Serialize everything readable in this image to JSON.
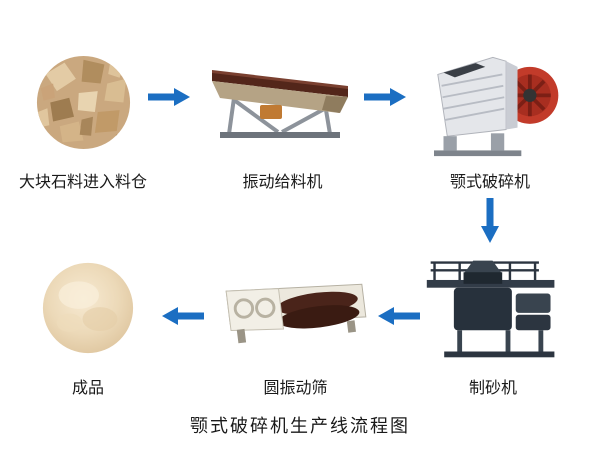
{
  "diagram": {
    "title": "颚式破碎机生产线流程图",
    "arrow_color": "#1b6ec2",
    "nodes": {
      "rocks": {
        "label": "大块石料进入料仓"
      },
      "feeder": {
        "label": "振动给料机"
      },
      "crusher": {
        "label": "颚式破碎机"
      },
      "sand_maker": {
        "label": "制砂机"
      },
      "screen": {
        "label": "圆振动筛"
      },
      "product": {
        "label": "成品"
      }
    }
  }
}
